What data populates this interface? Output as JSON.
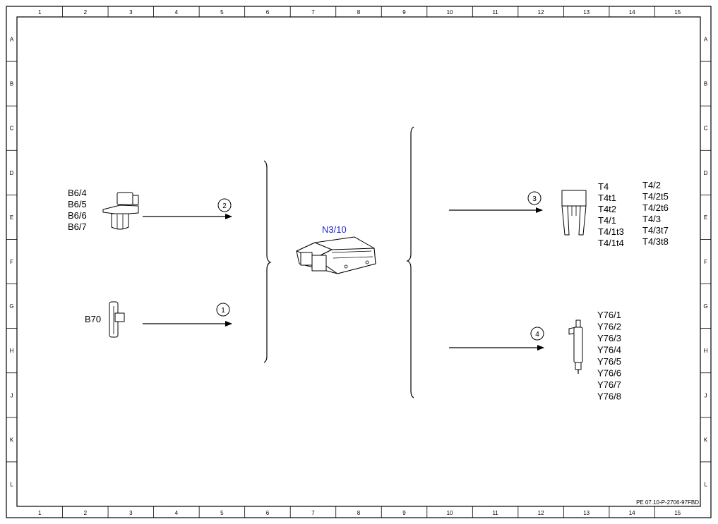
{
  "frame": {
    "columns": [
      "1",
      "2",
      "3",
      "4",
      "5",
      "6",
      "7",
      "8",
      "9",
      "10",
      "11",
      "12",
      "13",
      "14",
      "15"
    ],
    "rows": [
      "A",
      "B",
      "C",
      "D",
      "E",
      "F",
      "G",
      "H",
      "J",
      "K",
      "L"
    ]
  },
  "components": {
    "b6": {
      "labels": [
        "B6/4",
        "B6/5",
        "B6/6",
        "B6/7"
      ]
    },
    "b70": {
      "label": "B70"
    },
    "ecu": {
      "label": "N3/10",
      "color": "#1f1fd0"
    },
    "t4": {
      "col1": [
        "T4",
        "T4t1",
        "T4t2",
        "T4/1",
        "T4/1t3",
        "T4/1t4"
      ],
      "col2": [
        "T4/2",
        "T4/2t5",
        "T4/2t6",
        "T4/3",
        "T4/3t7",
        "T4/3t8"
      ]
    },
    "y76": {
      "labels": [
        "Y76/1",
        "Y76/2",
        "Y76/3",
        "Y76/4",
        "Y76/5",
        "Y76/6",
        "Y76/7",
        "Y76/8"
      ]
    }
  },
  "arrows": {
    "a1": "1",
    "a2": "2",
    "a3": "3",
    "a4": "4"
  },
  "reference": "PE 07.10-P-2706-97FBD"
}
